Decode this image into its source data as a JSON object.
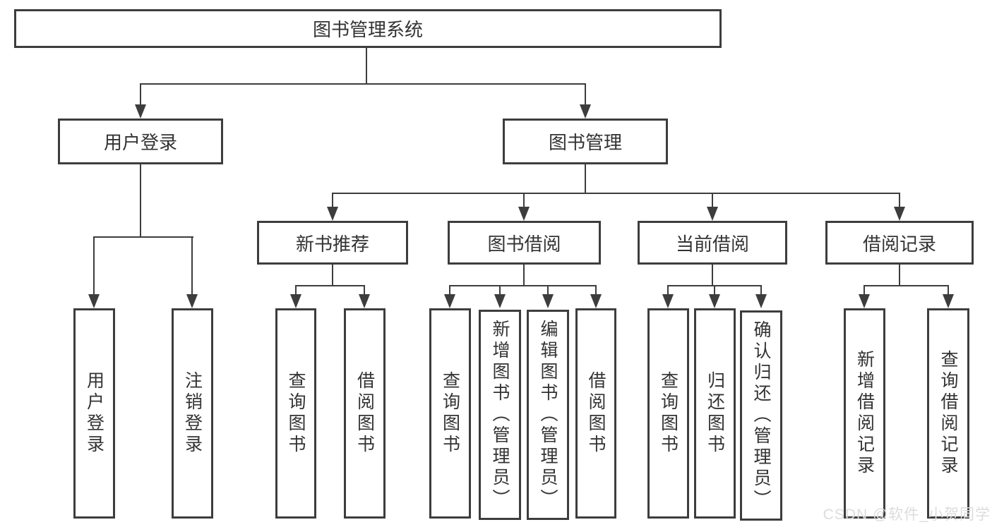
{
  "tree": {
    "root": "图书管理系统",
    "branches": [
      {
        "label": "用户登录",
        "children": [
          "用户登录",
          "注销登录"
        ]
      },
      {
        "label": "图书管理",
        "groups": [
          {
            "label": "新书推荐",
            "children": [
              "查询图书",
              "借阅图书"
            ]
          },
          {
            "label": "图书借阅",
            "children": [
              "查询图书",
              "新增图书（管理员）",
              "编辑图书（管理员）",
              "借阅图书"
            ]
          },
          {
            "label": "当前借阅",
            "children": [
              "查询图书",
              "归还图书",
              "确认归还（管理员）"
            ]
          },
          {
            "label": "借阅记录",
            "children": [
              "新增借阅记录",
              "查询借阅记录"
            ]
          }
        ]
      }
    ]
  },
  "watermark": {
    "text": "CSDN @软件_小贺同学"
  },
  "colors": {
    "line": "#3d3d3d",
    "text": "#333333",
    "background": "#ffffff",
    "watermark": "#dcdcdc"
  }
}
